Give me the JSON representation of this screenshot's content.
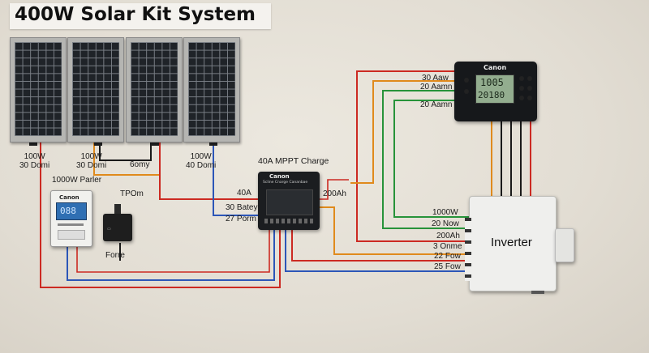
{
  "title": "400W Solar Kit System",
  "panel_labels": [
    {
      "line1": "100W",
      "line2": "30 Domi"
    },
    {
      "line1": "100W",
      "line2": "30 Domi"
    },
    {
      "line1": "6omy",
      "line2": ""
    },
    {
      "line1": "100W",
      "line2": "40 Domi"
    }
  ],
  "meter": {
    "label": "1000W Parler",
    "brand": "Canon",
    "reading": "088"
  },
  "fuse": {
    "label_top": "TPOm",
    "label_bottom": "Forre"
  },
  "controller": {
    "heading": "40A MPPT Charge",
    "brand": "Canon",
    "subtitle": "Scline Cnarge Cananbae",
    "left_labels": [
      "40A",
      "30 Batey",
      "27 Porm"
    ],
    "right_label": "200Ah"
  },
  "monitor": {
    "brand": "Canon",
    "lcd_top": "1005",
    "lcd_bottom": "20180",
    "labels": [
      "30 Aaw",
      "20 Aamn",
      "20 Aamn"
    ]
  },
  "inverter": {
    "name": "Inverter",
    "labels": [
      "1000W",
      "20 Now",
      "200Ah",
      "3 Onme",
      "22 Fow",
      "25 Fow"
    ]
  },
  "colors": {
    "red": "#cc2a22",
    "blue": "#2c56b8",
    "orange": "#e08a1c",
    "green": "#27933a",
    "black": "#1a1a1a"
  }
}
